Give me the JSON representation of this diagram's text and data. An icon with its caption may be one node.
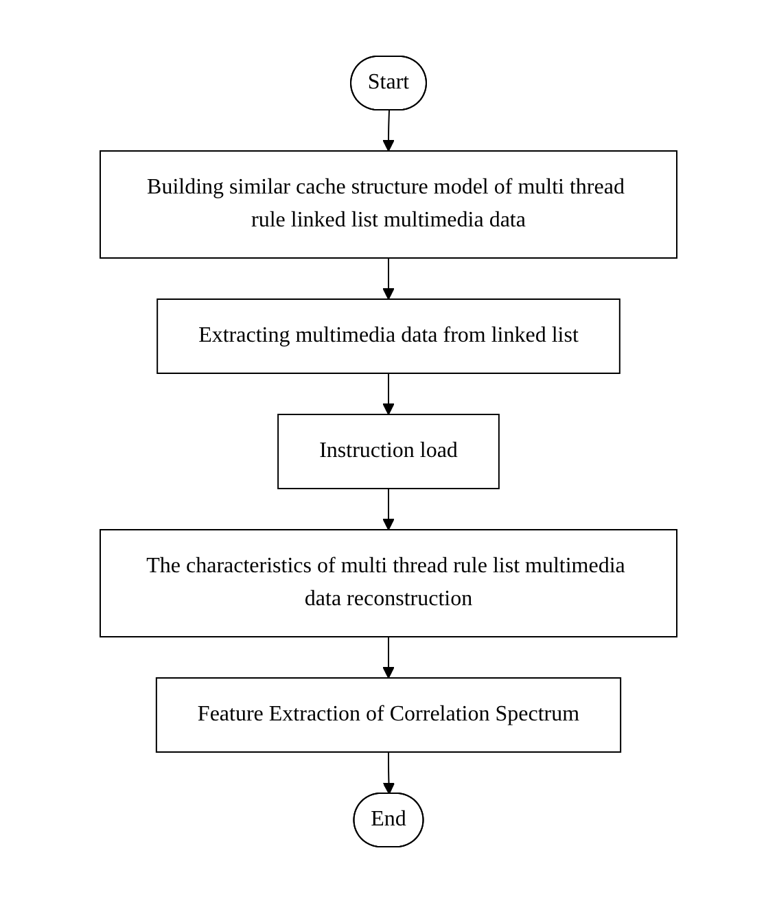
{
  "diagram": {
    "nodes": [
      {
        "text": [
          "Start"
        ]
      },
      {
        "text": [
          "Building similar cache structure model of multi thread rule linked list multimedia data"
        ]
      },
      {
        "text": [
          "Extracting multimedia data from linked list"
        ]
      },
      {
        "text": [
          "Instruction load"
        ]
      },
      {
        "text": [
          "The characteristics of multi thread rule list multimedia data reconstruction"
        ]
      },
      {
        "text": [
          "Feature Extraction of Correlation Spectrum"
        ]
      },
      {
        "text": [
          "End"
        ]
      }
    ],
    "edges": [
      {
        "from": 0,
        "to": 1,
        "arrow": "to"
      },
      {
        "from": 1,
        "to": 2,
        "arrow": "to"
      },
      {
        "from": 2,
        "to": 3,
        "arrow": "to"
      },
      {
        "from": 3,
        "to": 4,
        "arrow": "to"
      },
      {
        "from": 4,
        "to": 5,
        "arrow": "to"
      },
      {
        "from": 5,
        "to": 6,
        "arrow": "to"
      }
    ]
  }
}
